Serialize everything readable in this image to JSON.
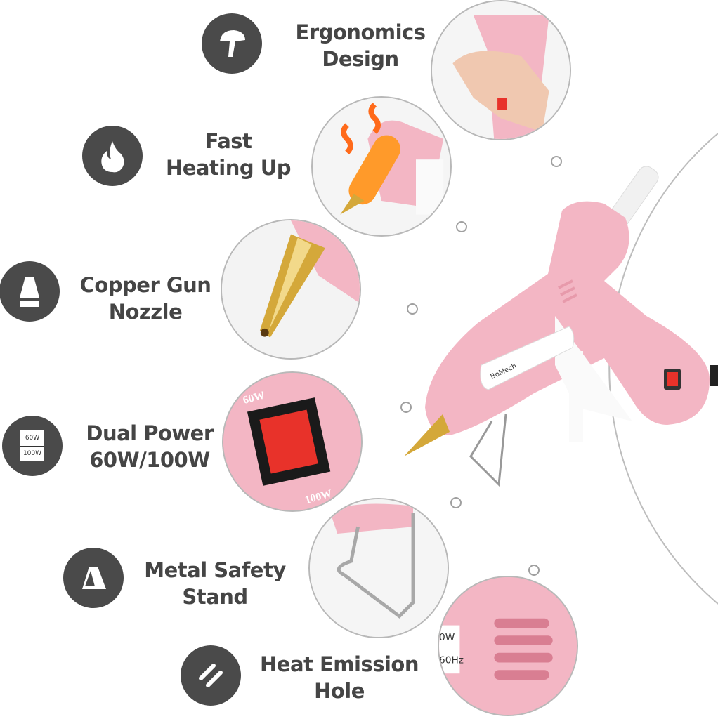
{
  "features": [
    {
      "id": "ergonomics",
      "icon": "hand-grip-icon",
      "lines": [
        "Ergonomics",
        "Design"
      ]
    },
    {
      "id": "heating",
      "icon": "flame-icon",
      "lines": [
        "Fast",
        "Heating Up"
      ]
    },
    {
      "id": "nozzle",
      "icon": "nozzle-icon",
      "lines": [
        "Copper Gun",
        "Nozzle"
      ]
    },
    {
      "id": "power",
      "icon": "power-switch-icon",
      "lines": [
        "Dual Power",
        "60W/100W"
      ],
      "icon_text": [
        "60W",
        "100W"
      ]
    },
    {
      "id": "stand",
      "icon": "stand-icon",
      "lines": [
        "Metal Safety",
        "Stand"
      ]
    },
    {
      "id": "vent",
      "icon": "vent-icon",
      "lines": [
        "Heat Emission",
        "Hole"
      ]
    }
  ],
  "photos": {
    "power_switch": {
      "top": "60W",
      "bottom": "100W"
    },
    "vent": {
      "line1": "0W",
      "line2": "60Hz"
    }
  },
  "product": {
    "brand": "BoMech",
    "spec": "60W/100W"
  },
  "colors": {
    "icon_bg": "#4a4a4a",
    "text": "#454545",
    "pink": "#f3b6c4",
    "pink_dark": "#e79aab",
    "brass": "#d4a83a",
    "switch_red": "#e8322a"
  }
}
